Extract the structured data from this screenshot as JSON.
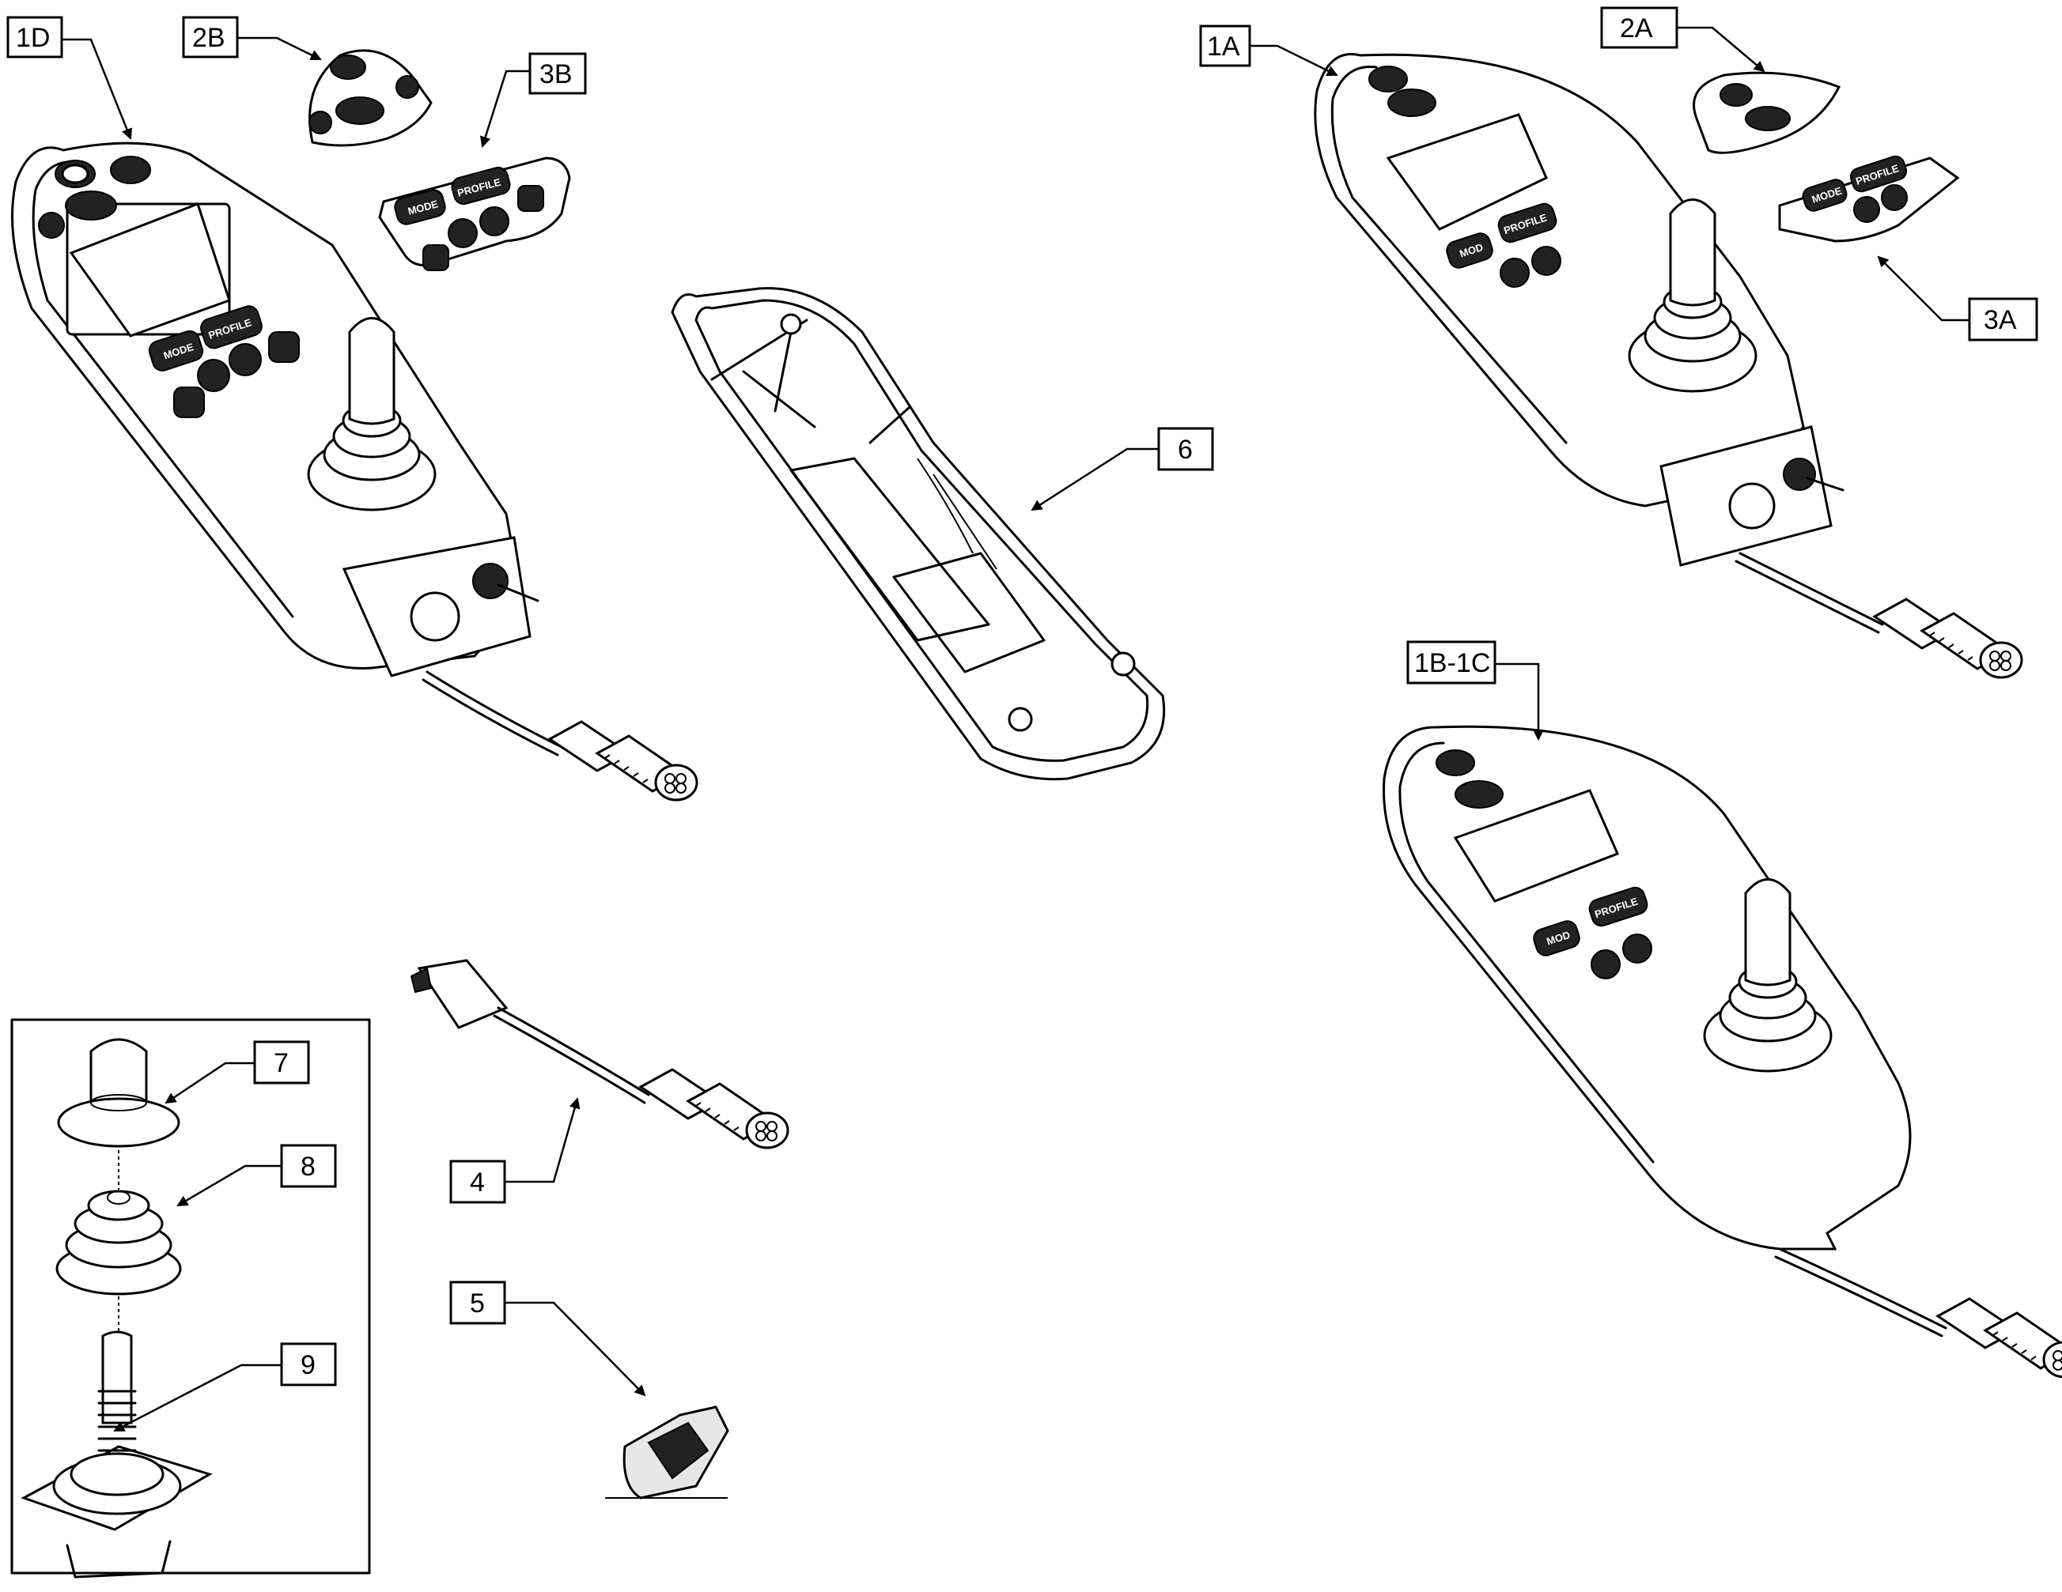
{
  "callouts": {
    "c1D": "1D",
    "c2B": "2B",
    "c3B": "3B",
    "c1A": "1A",
    "c2A": "2A",
    "c3A": "3A",
    "c1BC": "1B-1C",
    "c6": "6",
    "c7": "7",
    "c8": "8",
    "c9": "9",
    "c4": "4",
    "c5": "5"
  },
  "button_labels": {
    "mode": "MODE",
    "mod": "MOD",
    "profile": "PROFILE"
  },
  "icons": [
    "power-icon",
    "horn-icon",
    "hazard-icon",
    "light-icon",
    "speed-up-icon",
    "speed-down-icon",
    "indicator-left-icon",
    "indicator-right-icon",
    "cable-connector-icon"
  ]
}
